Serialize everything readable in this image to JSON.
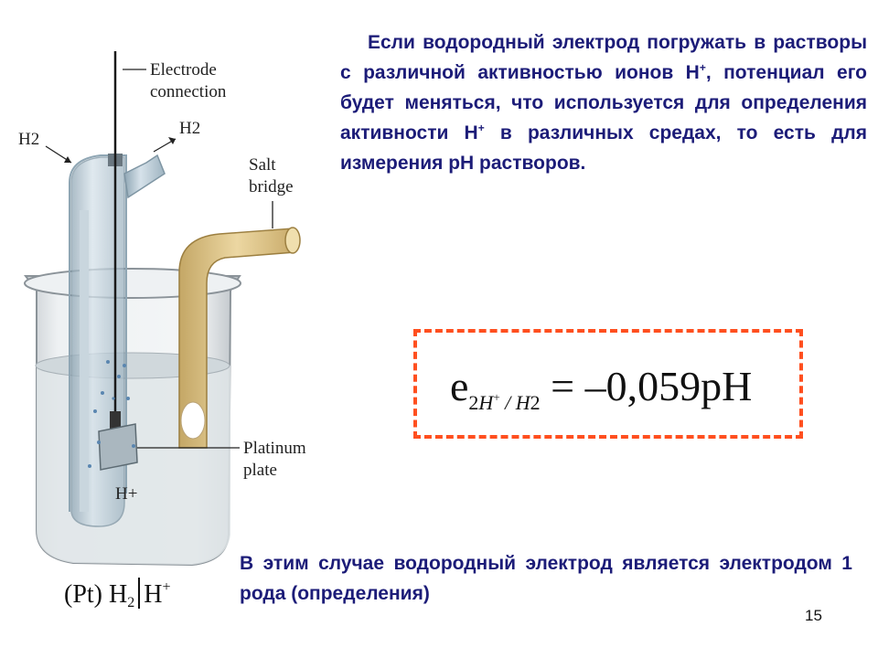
{
  "figure": {
    "labels": {
      "h2_in": "H2",
      "h2_out": "H2",
      "electrode_connection_line1": "Electrode",
      "electrode_connection_line2": "connection",
      "salt_bridge_line1": "Salt",
      "salt_bridge_line2": "bridge",
      "platinum_plate_line1": "Platinum",
      "platinum_plate_line2": "plate",
      "h_plus": "H+"
    }
  },
  "intro": {
    "part1": "Если водородный электрод погружать в растворы с различной активностью ионов Н",
    "sup1": "+",
    "part2": ", потенциал его будет меняться, что используется для определения активности Н",
    "sup2": "+",
    "part3": " в различных средах, то есть для измерения рН растворов."
  },
  "formula": {
    "symbol": "e",
    "sub_2": "2",
    "sub_h": "H",
    "sub_plus": "+",
    "sub_rest": " / H",
    "sub_2b": "2",
    "rhs": " = –0,059pH",
    "border_color": "#ff4f1f"
  },
  "conclusion": {
    "text": "В этим случае водородный электрод является электродом 1 рода (определения)"
  },
  "notation": {
    "pt": "(Pt) H",
    "sub": "2",
    "h": "H",
    "sup": "+"
  },
  "page_number": "15",
  "colors": {
    "text": "#1c1c78",
    "tube": "#b3c7d3",
    "salt_bridge": "#e2c98f"
  }
}
